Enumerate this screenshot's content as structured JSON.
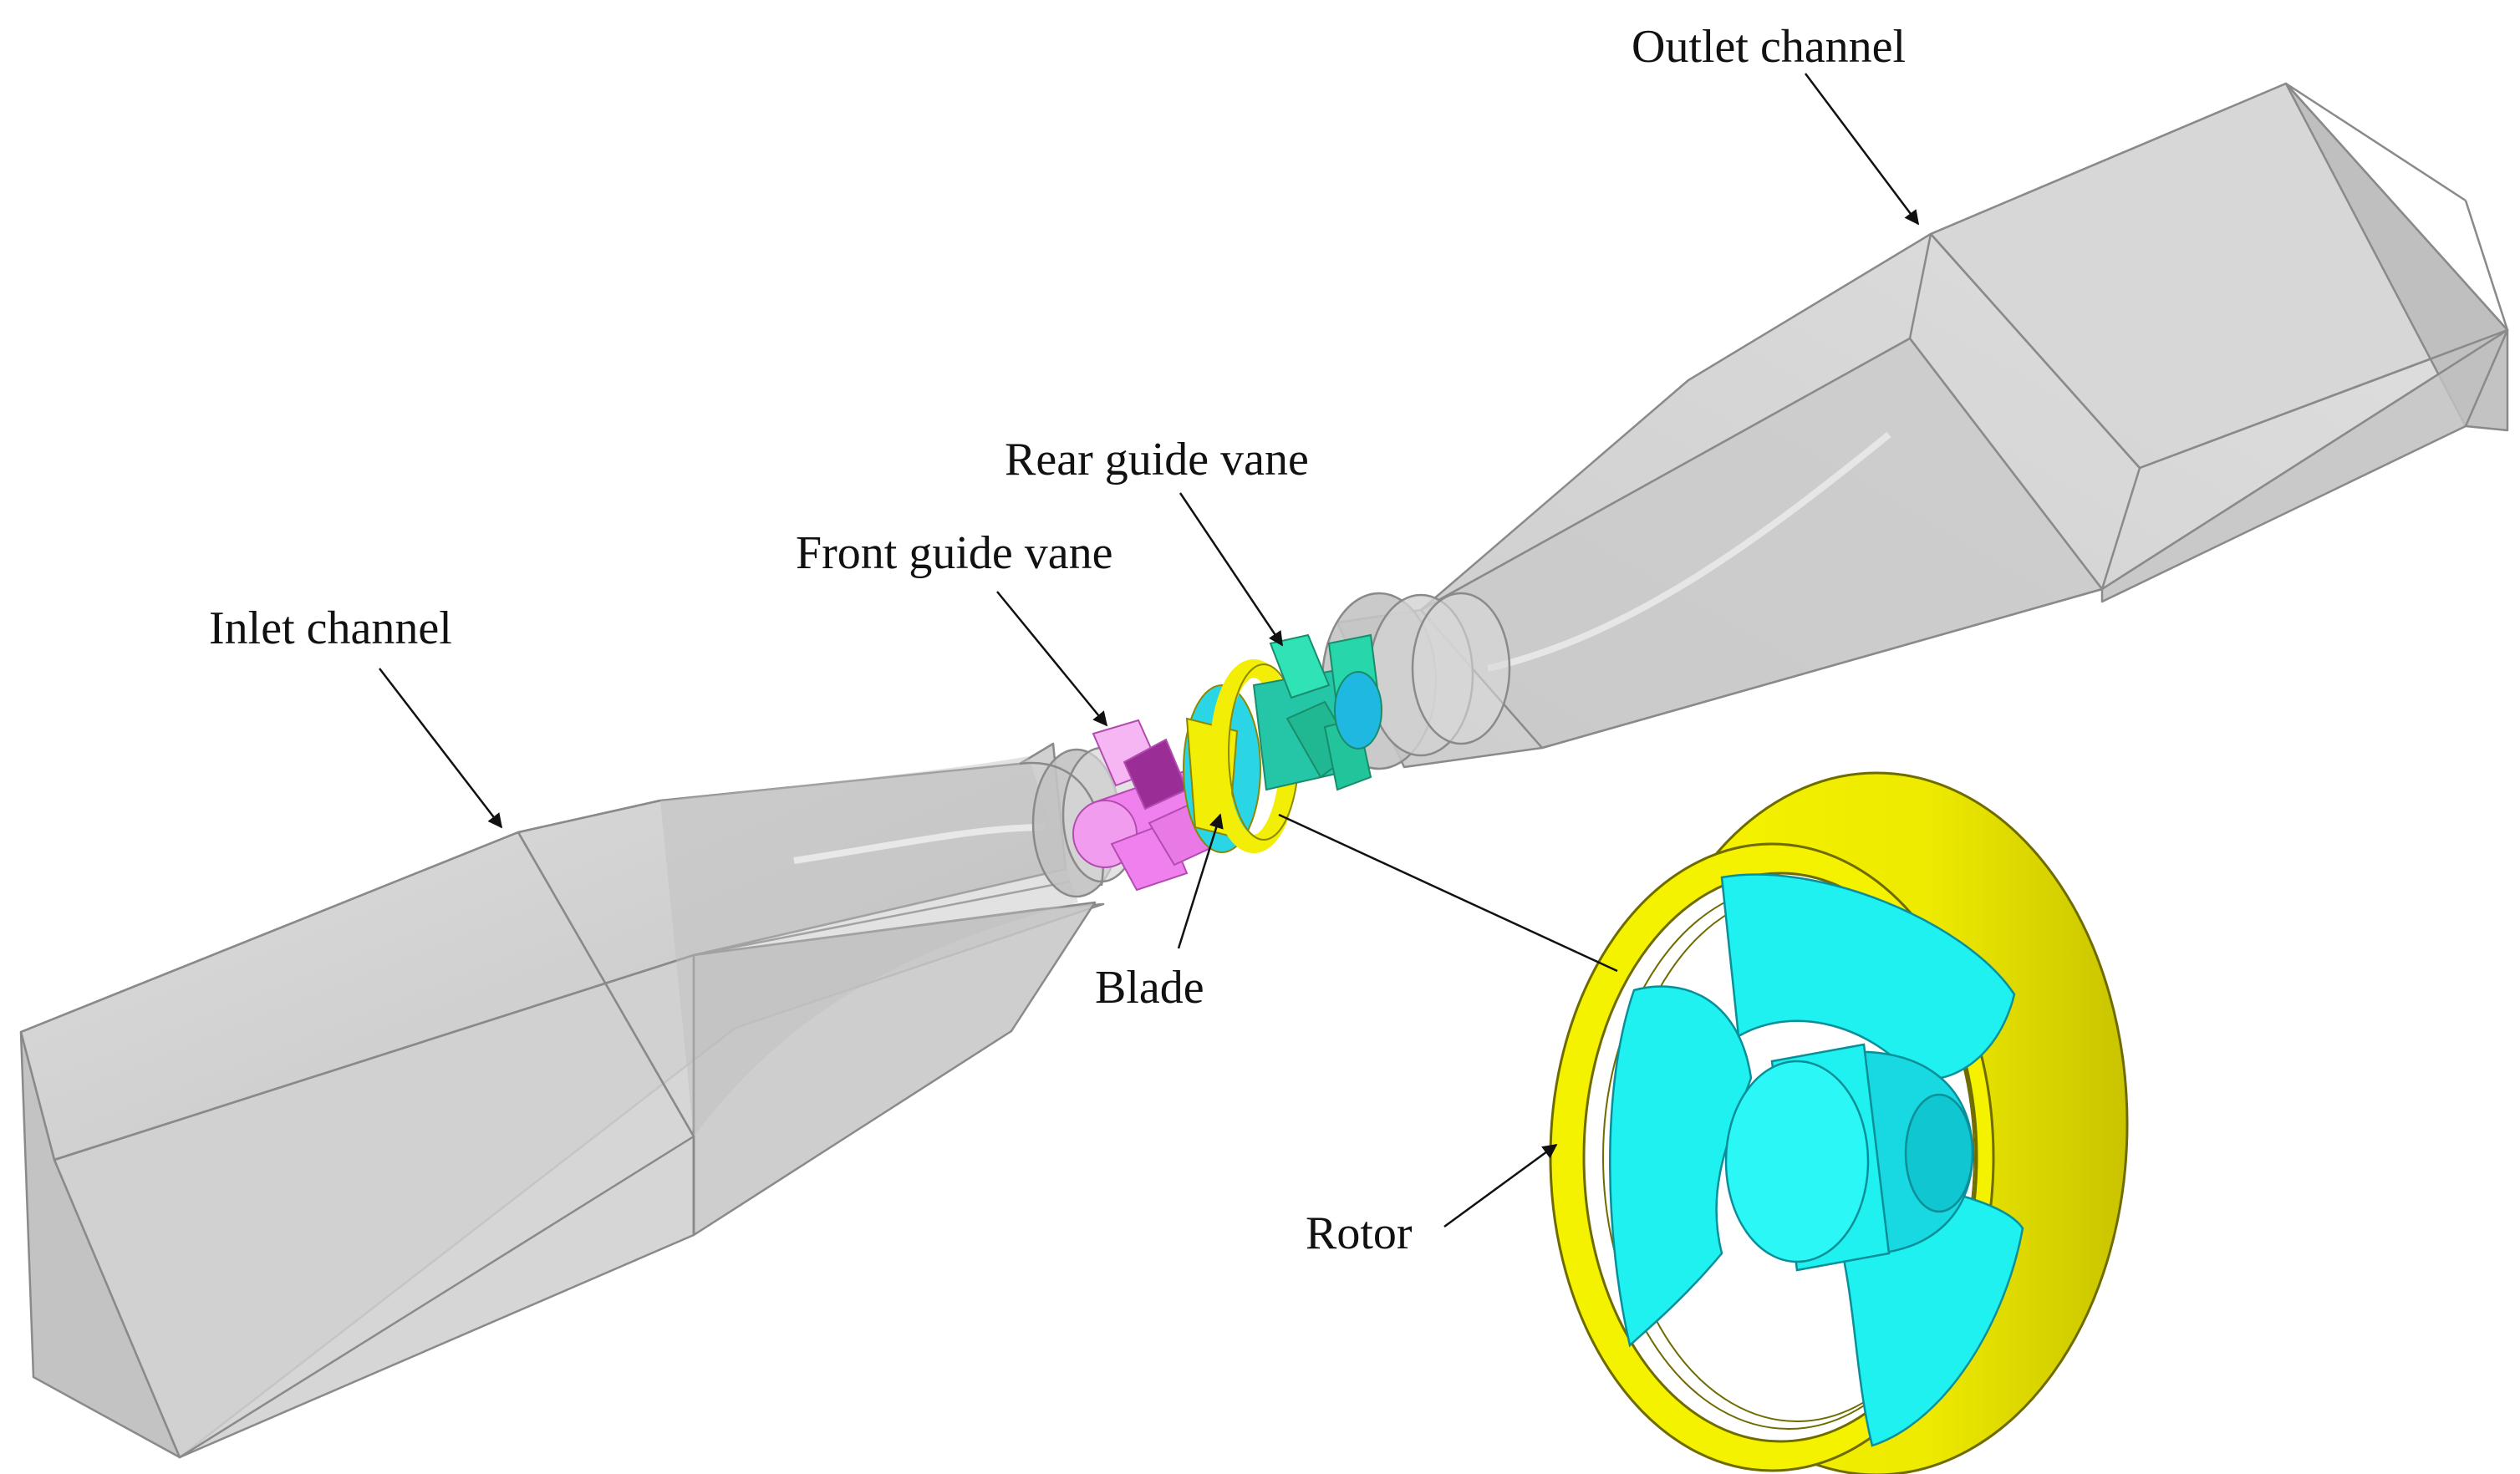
{
  "labels": {
    "outlet_channel": "Outlet channel",
    "rear_guide_vane": "Rear guide vane",
    "front_guide_vane": "Front guide vane",
    "inlet_channel": "Inlet channel",
    "blade": "Blade",
    "rotor": "Rotor"
  },
  "colors": {
    "channel_fill": "#c9c9c9",
    "channel_edge": "#8a8a8a",
    "front_guide_vane": "#f080ee",
    "rear_guide_vane": "#28d7a2",
    "rotor_ring": "#f2ee05",
    "blade": "#1ff0f0",
    "leader_line": "#111111"
  }
}
